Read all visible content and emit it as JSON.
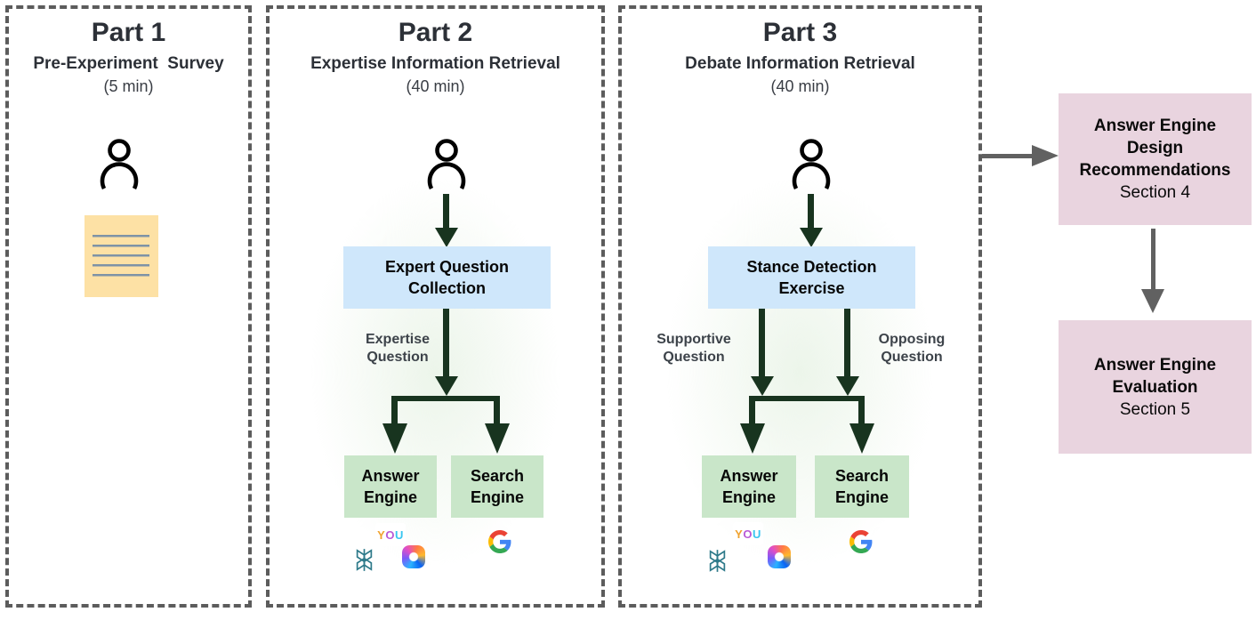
{
  "panels": [
    {
      "title": "Part 1",
      "subtitle": "Pre-Experiment  Survey",
      "duration": "(5 min)"
    },
    {
      "title": "Part 2",
      "subtitle": "Expertise Information Retrieval",
      "duration": "(40 min)",
      "process_box": "Expert Question Collection",
      "edge_labels": [
        {
          "lines": [
            "Expertise",
            "Question"
          ]
        }
      ],
      "engine_boxes": [
        "Answer Engine",
        "Search Engine"
      ]
    },
    {
      "title": "Part 3",
      "subtitle": "Debate Information Retrieval",
      "duration": "(40 min)",
      "process_box": "Stance Detection Exercise",
      "edge_labels": [
        {
          "lines": [
            "Supportive",
            "Question"
          ]
        },
        {
          "lines": [
            "Opposing",
            "Question"
          ]
        }
      ],
      "engine_boxes": [
        "Answer Engine",
        "Search Engine"
      ]
    }
  ],
  "outcome_boxes": [
    {
      "title": "Answer Engine Design Recommendations",
      "section": "Section 4"
    },
    {
      "title": "Answer Engine Evaluation",
      "section": "Section 5"
    }
  ],
  "logos": {
    "you_letters": [
      "Y",
      "O",
      "U"
    ],
    "answer_engine_tools": [
      "Perplexity",
      "You.com",
      "Microsoft Copilot"
    ],
    "search_engine_tools": [
      "Google"
    ]
  },
  "icons": {
    "person": "person-icon",
    "survey_document": "survey-document-icon"
  },
  "colors": {
    "process_box_bg": "#cfe7fb",
    "engine_box_bg": "#c9e6c9",
    "outcome_box_bg": "#e9d4df",
    "survey_doc_bg": "#fde1a5",
    "flow_arrow": "#18341f",
    "outcome_arrow": "#616161",
    "dashed_border": "#5c5c5c"
  }
}
